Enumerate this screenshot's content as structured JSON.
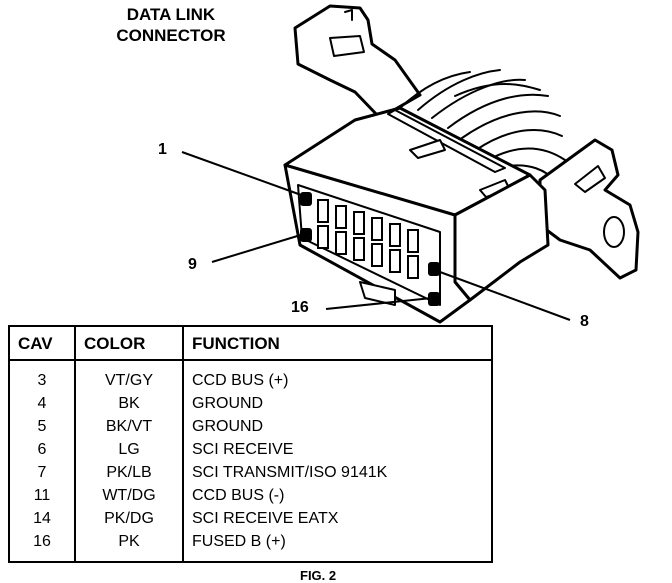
{
  "title": [
    "DATA LINK",
    "CONNECTOR"
  ],
  "pin_labels": {
    "pin1": "1",
    "pin9": "9",
    "pin16": "16",
    "pin8": "8"
  },
  "table": {
    "headers": {
      "cav": "CAV",
      "color": "COLOR",
      "function": "FUNCTION"
    },
    "rows": [
      {
        "cav": "3",
        "color": "VT/GY",
        "function": "CCD BUS (+)"
      },
      {
        "cav": "4",
        "color": "BK",
        "function": "GROUND"
      },
      {
        "cav": "5",
        "color": "BK/VT",
        "function": "GROUND"
      },
      {
        "cav": "6",
        "color": "LG",
        "function": "SCI RECEIVE"
      },
      {
        "cav": "7",
        "color": "PK/LB",
        "function": "SCI TRANSMIT/ISO 9141K"
      },
      {
        "cav": "11",
        "color": "WT/DG",
        "function": "CCD BUS (-)"
      },
      {
        "cav": "14",
        "color": "PK/DG",
        "function": "SCI RECEIVE EATX"
      },
      {
        "cav": "16",
        "color": "PK",
        "function": "FUSED B (+)"
      }
    ]
  },
  "footer": "FIG. 2",
  "colors": {
    "ink": "#000000",
    "paper": "#ffffff"
  }
}
